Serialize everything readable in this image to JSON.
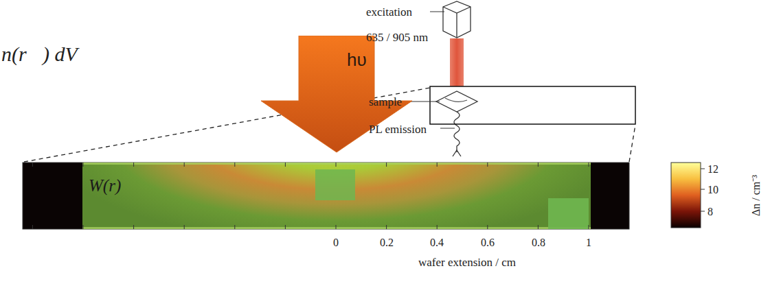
{
  "diagram": {
    "nodes": [
      {
        "text": [
          "hυ"
        ]
      },
      {
        "text": [
          "W(r)"
        ]
      }
    ],
    "labels": [
      "n(r⃗) dV",
      "excitation",
      "635 / 905 nm",
      "sample",
      "PL emission",
      "12",
      "10",
      "8",
      "Δn / cm⁻³",
      "0",
      "0.2",
      "0.4",
      "0.6",
      "0.8",
      "1",
      "wafer extension / cm"
    ]
  }
}
